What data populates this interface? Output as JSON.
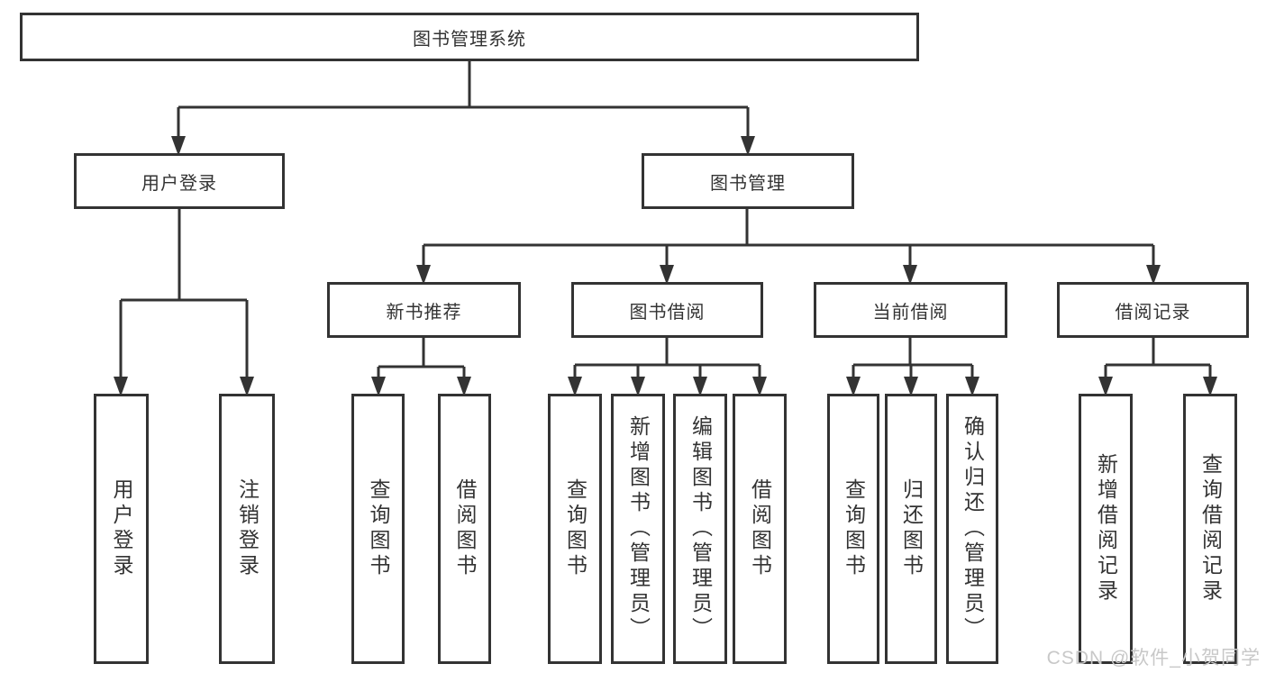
{
  "diagram": {
    "type": "hierarchy-tree",
    "root": {
      "label": "图书管理系统",
      "children": [
        {
          "label": "用户登录",
          "children": [
            {
              "label": "用户登录"
            },
            {
              "label": "注销登录"
            }
          ]
        },
        {
          "label": "图书管理",
          "children": [
            {
              "label": "新书推荐",
              "children": [
                {
                  "label": "查询图书"
                },
                {
                  "label": "借阅图书"
                }
              ]
            },
            {
              "label": "图书借阅",
              "children": [
                {
                  "label": "查询图书"
                },
                {
                  "label": "新增图书（管理员）"
                },
                {
                  "label": "编辑图书（管理员）"
                },
                {
                  "label": "借阅图书"
                }
              ]
            },
            {
              "label": "当前借阅",
              "children": [
                {
                  "label": "查询图书"
                },
                {
                  "label": "归还图书"
                },
                {
                  "label": "确认归还（管理员）"
                }
              ]
            },
            {
              "label": "借阅记录",
              "children": [
                {
                  "label": "新增借阅记录"
                },
                {
                  "label": "查询借阅记录"
                }
              ]
            }
          ]
        }
      ]
    }
  },
  "watermark": {
    "text": "CSDN @软件_小贺同学"
  },
  "colors": {
    "line": "#333333",
    "text": "#333333",
    "background": "#ffffff",
    "watermark": "#c8c8c8"
  }
}
